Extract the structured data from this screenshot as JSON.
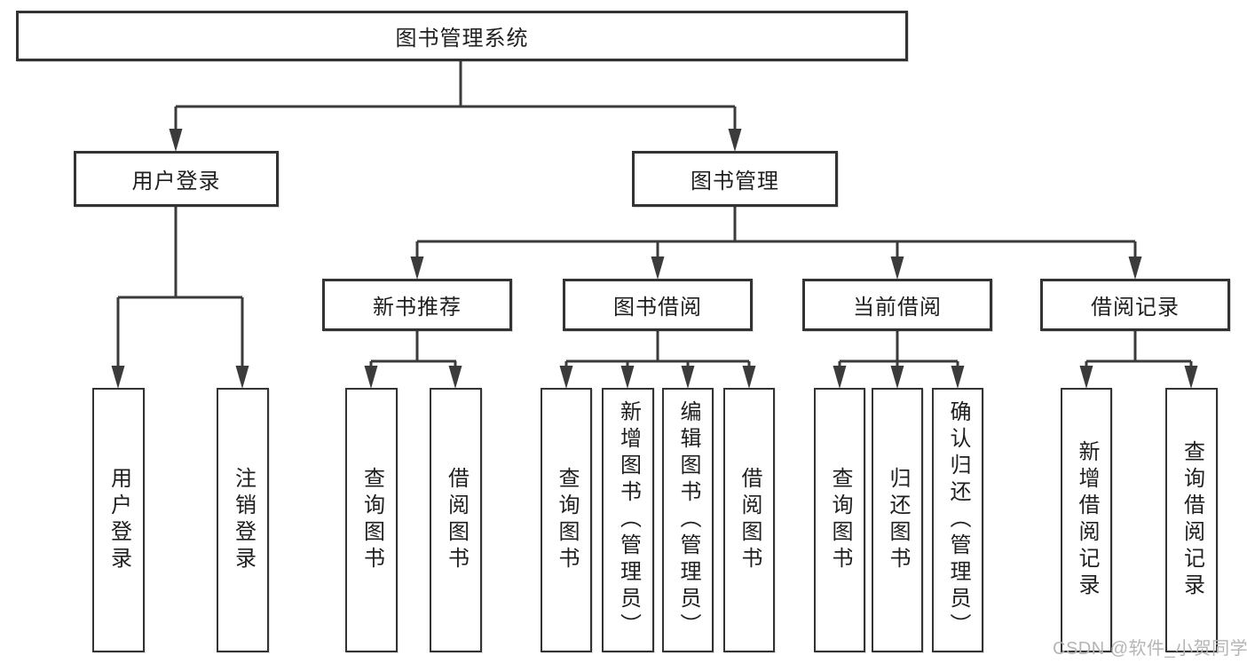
{
  "diagram": {
    "root": {
      "label": "图书管理系统"
    },
    "branches": [
      {
        "label": "用户登录",
        "children": [
          {
            "label": "用户登录"
          },
          {
            "label": "注销登录"
          }
        ]
      },
      {
        "label": "图书管理",
        "children": [
          {
            "label": "新书推荐",
            "children": [
              {
                "label": "查询图书"
              },
              {
                "label": "借阅图书"
              }
            ]
          },
          {
            "label": "图书借阅",
            "children": [
              {
                "label": "查询图书"
              },
              {
                "label": "新增图书（管理员）"
              },
              {
                "label": "编辑图书（管理员）"
              },
              {
                "label": "借阅图书"
              }
            ]
          },
          {
            "label": "当前借阅",
            "children": [
              {
                "label": "查询图书"
              },
              {
                "label": "归还图书"
              },
              {
                "label": "确认归还（管理员）"
              }
            ]
          },
          {
            "label": "借阅记录",
            "children": [
              {
                "label": "新增借阅记录"
              },
              {
                "label": "查询借阅记录"
              }
            ]
          }
        ]
      }
    ]
  },
  "watermark": "CSDN @软件_小贺同学",
  "colors": {
    "line": "#3b3b3b",
    "border": "#333333",
    "text": "#1f1f1f",
    "box-fill": "#ffffff",
    "watermark": "#b5b5b5",
    "background": "#ffffff"
  }
}
